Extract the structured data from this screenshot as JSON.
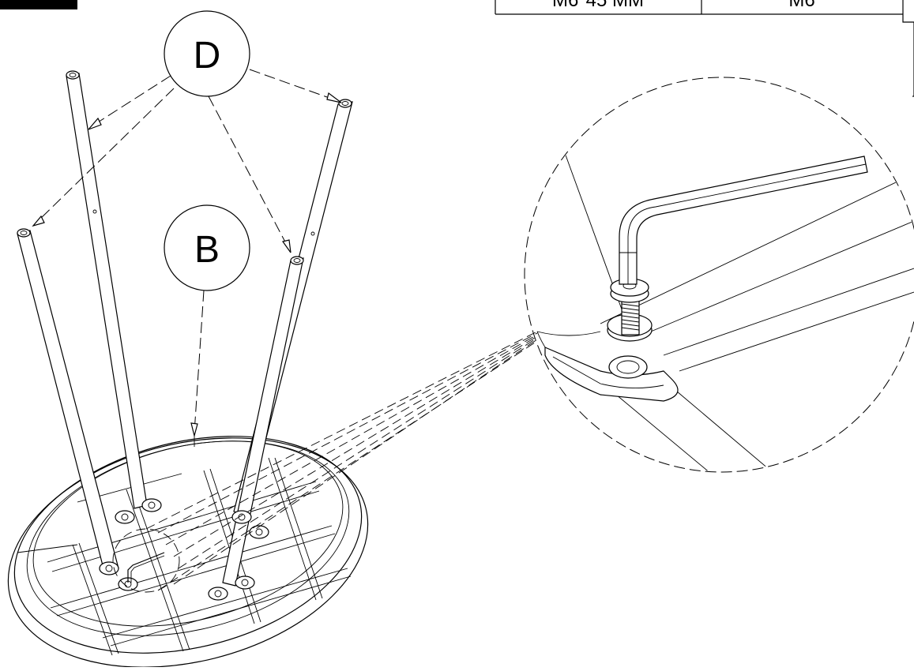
{
  "table": {
    "cell_size": "M6*45 MM",
    "cell_code": "M6"
  },
  "callouts": {
    "d": "D",
    "b": "B"
  }
}
